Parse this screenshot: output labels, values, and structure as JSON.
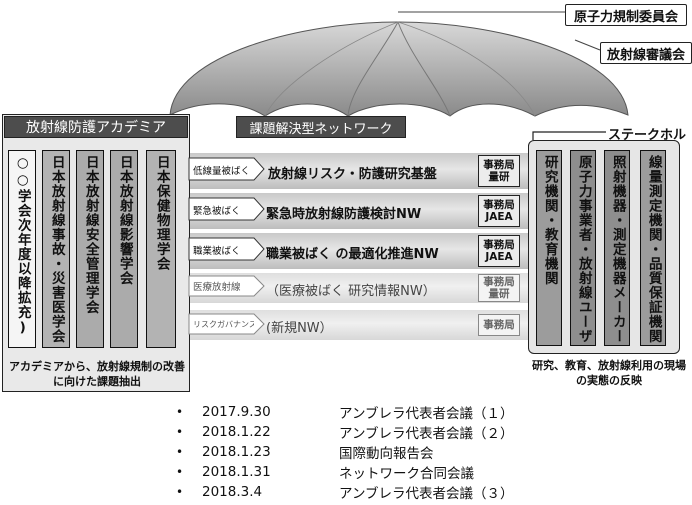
{
  "umbrella": {
    "committee": "原子力規制委員会",
    "council": "放射線審議会",
    "network_title": "課題解決型ネットワーク"
  },
  "academia": {
    "title": "放射線防護アカデミア",
    "columns": [
      "○○学会次年度以降拡充)",
      "日本放射線事故・災害医学会",
      "日本放射線安全管理学会",
      "日本放射線影響学会",
      "日本保健物理学会"
    ],
    "note": "アカデミアから、放射線規制の改善に向けた課題抽出"
  },
  "networks": [
    {
      "tag": "低線量被ばく",
      "title": "放射線リスク・防護研究基盤",
      "office": "事務局",
      "org": "量研",
      "style": "dark"
    },
    {
      "tag": "緊急被ばく",
      "title": "緊急時放射線防護検討NW",
      "office": "事務局",
      "org": "JAEA",
      "style": "dark"
    },
    {
      "tag": "職業被ばく",
      "title": "職業被ばく の最適化推進NW",
      "office": "事務局",
      "org": "JAEA",
      "style": "dark"
    },
    {
      "tag": "医療放射線",
      "title": "（医療被ばく 研究情報NW）",
      "office": "事務局",
      "org": "量研",
      "style": "light"
    },
    {
      "tag": "リスクガバナンス",
      "title": "(新規NW）",
      "office": "事務局",
      "org": "",
      "style": "light"
    }
  ],
  "stakeholders": {
    "title": "ステークホルダ",
    "columns": [
      "研究機関・教育機関",
      "原子力事業者・放射線ユーザ",
      "照射機器・測定機器メーカー",
      "線量測定機関・品質保証機関"
    ],
    "note": "研究、教育、放射線利用の現場の実態の反映"
  },
  "schedule": [
    {
      "bullet": "•",
      "date": "2017.9.30",
      "event": "アンブレラ代表者会議（１）"
    },
    {
      "bullet": "•",
      "date": "2018.1.22",
      "event": "アンブレラ代表者会議（２）"
    },
    {
      "bullet": "•",
      "date": "2018.1.23",
      "event": "国際動向報告会"
    },
    {
      "bullet": "•",
      "date": "2018.1.31",
      "event": "ネットワーク合同会議"
    },
    {
      "bullet": "•",
      "date": "2018.3.4",
      "event": "アンブレラ代表者会議（３）"
    }
  ]
}
